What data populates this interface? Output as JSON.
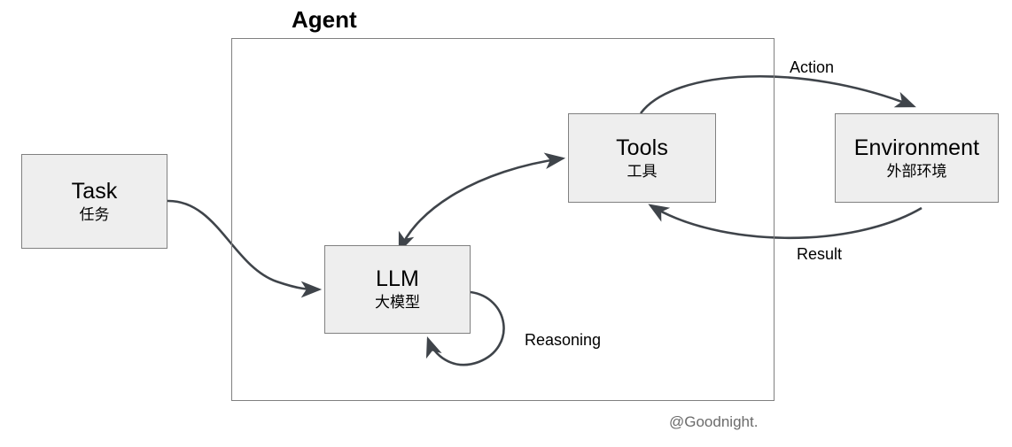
{
  "diagram": {
    "title": "Agent",
    "watermark": "@Goodnight.",
    "colors": {
      "node_fill": "#eeeeee",
      "node_border": "#808080",
      "edge_stroke": "#3f444a",
      "text": "#000000",
      "watermark_text": "#6b6b6b",
      "background": "#ffffff"
    },
    "nodes": [
      {
        "id": "task",
        "title": "Task",
        "subtitle": "任务"
      },
      {
        "id": "llm",
        "title": "LLM",
        "subtitle": "大模型"
      },
      {
        "id": "tools",
        "title": "Tools",
        "subtitle": "工具"
      },
      {
        "id": "environment",
        "title": "Environment",
        "subtitle": "外部环境"
      }
    ],
    "container": {
      "label": "Agent",
      "contains": [
        "llm",
        "tools"
      ]
    },
    "edges": [
      {
        "id": "task-to-llm",
        "from": "task",
        "to": "llm",
        "label": "",
        "arrows": "single"
      },
      {
        "id": "llm-tools",
        "from": "llm",
        "to": "tools",
        "label": "",
        "arrows": "double"
      },
      {
        "id": "tools-to-environment",
        "from": "tools",
        "to": "environment",
        "label": "Action",
        "arrows": "single"
      },
      {
        "id": "environment-to-tools",
        "from": "environment",
        "to": "tools",
        "label": "Result",
        "arrows": "single"
      },
      {
        "id": "llm-self-loop",
        "from": "llm",
        "to": "llm",
        "label": "Reasoning",
        "arrows": "single"
      }
    ]
  }
}
